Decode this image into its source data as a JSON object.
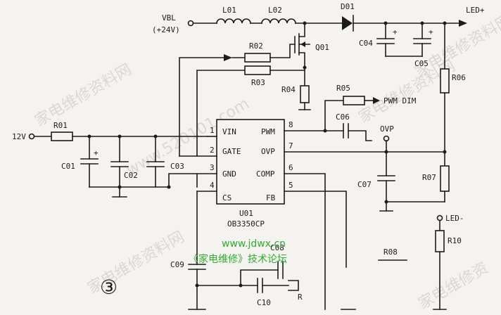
{
  "labels": {
    "vbl": "VBL",
    "vbl_v": "(+24V)",
    "l01": "L01",
    "l02": "L02",
    "d01": "D01",
    "led_plus": "LED+",
    "c04": "C04",
    "c05": "C05",
    "q01": "Q01",
    "r02": "R02",
    "r03": "R03",
    "r04": "R04",
    "r05": "R05",
    "pwm_dim": "PWM DIM",
    "r06": "R06",
    "c06": "C06",
    "ovp": "OVP",
    "v12": "12V",
    "r01": "R01",
    "c01": "C01",
    "c02": "C02",
    "c03": "C03",
    "c07": "C07",
    "r07": "R07",
    "u01": "U01",
    "ob": "OB3350CP",
    "c09": "C09",
    "c08": "C08",
    "c10": "C10",
    "r": "R",
    "r08": "R08",
    "led_minus": "LED-",
    "r10": "R10",
    "fig": "③",
    "plus": "+"
  },
  "ic": {
    "pins_left": [
      {
        "num": "1",
        "name": "VIN"
      },
      {
        "num": "2",
        "name": "GATE"
      },
      {
        "num": "3",
        "name": "GND"
      },
      {
        "num": "4",
        "name": "CS"
      }
    ],
    "pins_right": [
      {
        "num": "8",
        "name": "PWM"
      },
      {
        "num": "7",
        "name": "OVP"
      },
      {
        "num": "6",
        "name": "COMP"
      },
      {
        "num": "5",
        "name": "FB"
      }
    ]
  },
  "overlay": {
    "site": "www.jdwx.cn",
    "forum": "《家电维修》技术论坛",
    "wm1": "家电维修资料网",
    "wm2": "www.520101.com",
    "wm3": "家电维修资料网",
    "wm4": "家电维修资料网",
    "wm5": "家电维修资",
    "wm6": "家电维修资料网"
  }
}
